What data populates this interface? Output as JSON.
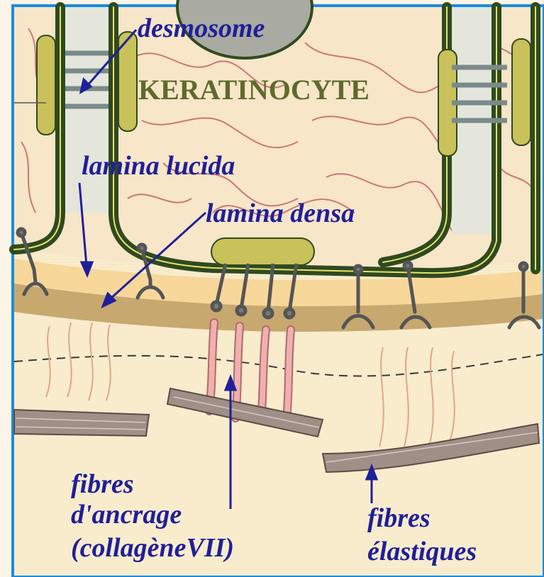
{
  "title": "KERATINOCYTE",
  "labels": {
    "desmosome": "desmosome",
    "lamina_lucida": "lamina lucida",
    "lamina_densa": "lamina densa",
    "fibres_ancrage_1": "fibres",
    "fibres_ancrage_2": "d'ancrage",
    "fibres_ancrage_3": "(collagèneVII)",
    "fibres_elastiques_1": "fibres",
    "fibres_elastiques_2": "élastiques"
  },
  "colors": {
    "frame": "#1a8ce0",
    "cytoplasm": "#f7e6c8",
    "dermis": "#f8eccc",
    "lamina_lucida": "#f7d79a",
    "lamina_densa": "#c7a86f",
    "membrane": "#2f4a20",
    "membrane_core": "#e8e26a",
    "plaque": "#c9c15a",
    "keratin": "#c9787a",
    "collagen_vii": "#d99090",
    "label": "#1f1f9a",
    "title": "#5e6a2c"
  }
}
